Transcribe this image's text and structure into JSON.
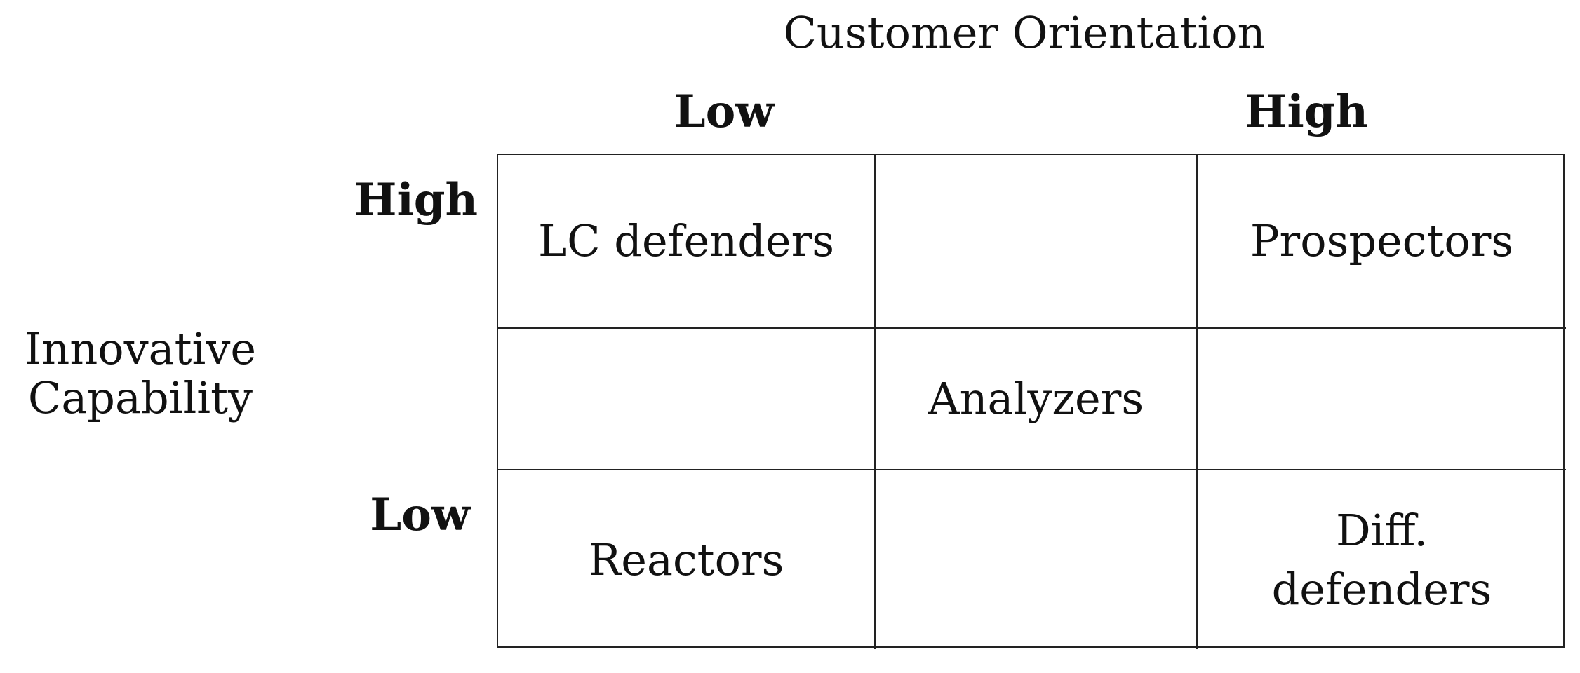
{
  "x_axis": {
    "title": "Customer Orientation",
    "low_label": "Low",
    "high_label": "High"
  },
  "y_axis": {
    "title_line1": "Innovative",
    "title_line2": "Capability",
    "high_label": "High",
    "low_label": "Low"
  },
  "cells": {
    "r1c1": "LC defenders",
    "r1c3": "Prospectors",
    "r2c2": "Analyzers",
    "r3c1": "Reactors",
    "r3c3_line1": "Diff.",
    "r3c3_line2": "defenders"
  }
}
